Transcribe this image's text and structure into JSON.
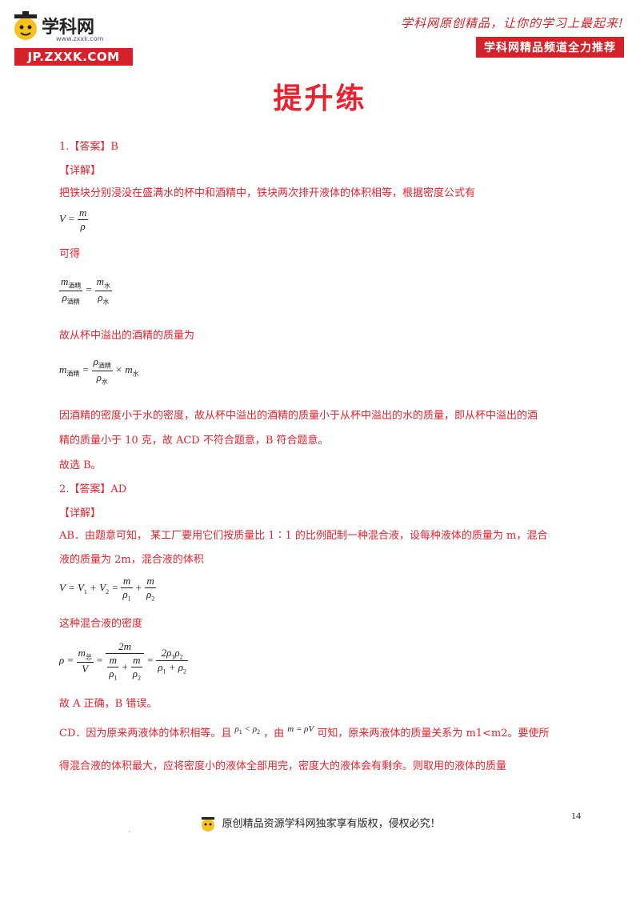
{
  "header": {
    "logo_cn": "学科网",
    "logo_url": "www.zxxk.com",
    "logo_bar": "JP.ZXXK.COM",
    "slogan": "学科网原创精品，让你的学习上最起来!",
    "promo": "学科网精品频道全力推荐"
  },
  "title": "提升练",
  "q1": {
    "answer": "1.【答案】B",
    "detail": "【详解】",
    "p1": "把铁块分别浸没在盛满水的杯中和酒精中，铁块两次排开液体的体积相等，根据密度公式有",
    "p2": "可得",
    "p3": "故从杯中溢出的酒精的质量为",
    "p4": "因酒精的密度小于水的密度，故从杯中溢出的酒精的质量小于从杯中溢出的水的质量，即从杯中溢出的酒",
    "p5": "精的质量小于 10 克，故 ACD 不符合题意，B 符合题意。",
    "p6": "故选 B。"
  },
  "q2": {
    "answer": "2.【答案】AD",
    "detail": "【详解】",
    "p1": "AB．由题意可知，  某工厂要用它们按质量比 1∶1 的比例配制一种混合液，设每种液体的质量为 m，混合",
    "p2": "液的质量为 2m，混合液的体积",
    "p3": "这种混合液的密度",
    "p4": "故 A 正确，B 错误。",
    "p5a": "CD．因为原来两液体的体积相等。且",
    "p5b": "，由",
    "p5c": "可知，原来两液体的质量关系为 m1<m2。要使所",
    "p6": "得混合液的体积最大，应将密度小的液体全部用完，密度大的液体会有剩余。则取用的液体的质量"
  },
  "page_number": "14",
  "footer": "原创精品资源学科网独家享有版权，侵权必究！",
  "colors": {
    "accent": "#e8232f",
    "brand": "#d5222a"
  }
}
